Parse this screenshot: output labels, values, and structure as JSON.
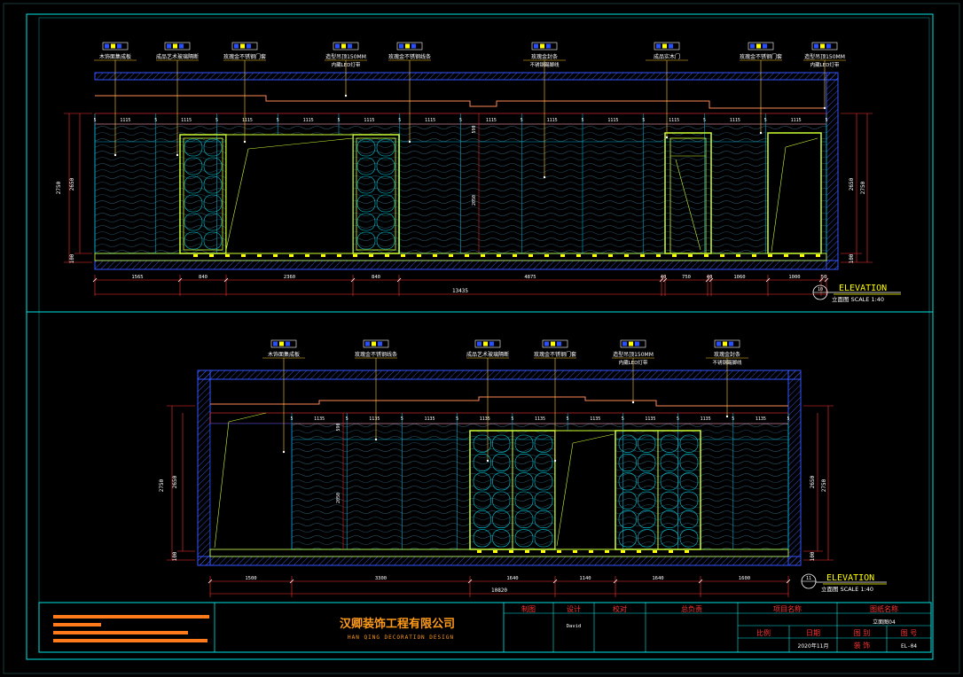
{
  "colors": {
    "frame": "#00e5e5",
    "wall": "#3355ff",
    "dim": "#ff3333",
    "leader": "#ffcc33",
    "door": "#ccff33",
    "white": "#ffffff",
    "label_yellow": "#ffff00",
    "orange": "#ff7a1a",
    "title_block": "#ff9a1a",
    "blue_box": "#2a4fff"
  },
  "elevation_top": {
    "title": "ELEVATION",
    "subtitle": "立面图 SCALE 1:40",
    "number": "10",
    "callouts": [
      "木饰面集成板",
      "成品艺术玻璃隔断",
      "玫瑰金不锈钢门套",
      "造型吊顶150MM",
      "玫瑰金不锈钢线条",
      "玫瑰金封条",
      "成品实木门",
      "玫瑰金不锈钢门套",
      "造型吊顶150MM"
    ],
    "callout_sub": [
      "内藏LED灯带",
      "不锈钢踢脚线",
      "内藏LED灯带"
    ],
    "panel_widths": [
      "1115",
      "1115",
      "1115",
      "1115",
      "1115",
      "1115",
      "1115",
      "1115",
      "1115",
      "1115",
      "1115",
      "1115"
    ],
    "gap": "5",
    "height_dims": [
      "2750",
      "2650",
      "100"
    ],
    "inner_dims": [
      "590",
      "2050"
    ],
    "bottom_dims": [
      "1565",
      "840",
      "2360",
      "840",
      "4875",
      "40",
      "750",
      "40",
      "1060",
      "1000",
      "50"
    ],
    "total": "13435"
  },
  "elevation_bottom": {
    "title": "ELEVATION",
    "subtitle": "立面图 SCALE 1:40",
    "number": "11",
    "callouts": [
      "木饰面集成板",
      "玫瑰金不锈钢线条",
      "成品艺术玻璃隔断",
      "玫瑰金不锈钢门套",
      "造型吊顶150MM",
      "玫瑰金封条"
    ],
    "callout_sub": [
      "内藏LED灯带",
      "不锈钢踢脚线"
    ],
    "panel_widths": [
      "1135",
      "1135",
      "1135",
      "1135",
      "1135",
      "1135",
      "1135",
      "1135",
      "1135"
    ],
    "gap": "5",
    "height_dims": [
      "2750",
      "2650",
      "100"
    ],
    "inner_dims": [
      "590",
      "2050"
    ],
    "bottom_dims": [
      "1500",
      "3300",
      "1640",
      "1140",
      "1640",
      "1600"
    ],
    "total": "10820"
  },
  "title_block": {
    "company_cn": "汉卿装饰工程有限公司",
    "company_en": "HAN QING DECORATION DESIGN",
    "headers": [
      "制图",
      "设计",
      "校对",
      "总负责",
      "项目名称",
      "图纸名称"
    ],
    "designer": "David",
    "drawing_name": "立面图04",
    "row2": [
      "比例",
      "日期",
      "图 别",
      "图 号"
    ],
    "date": "2020年11月",
    "category": "装 饰",
    "number": "EL-04"
  }
}
